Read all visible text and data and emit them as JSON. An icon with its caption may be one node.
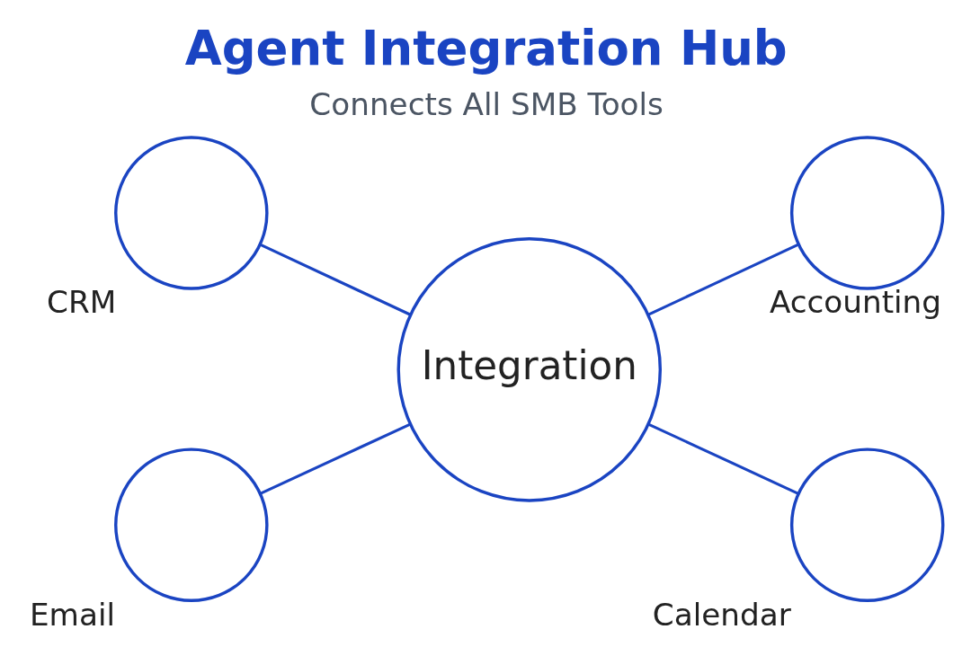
{
  "diagram": {
    "title": "Agent Integration Hub",
    "caption": "Connects All SMB Tools",
    "nodes": [
      {
        "text": [
          "CRM"
        ]
      },
      {
        "text": [
          "Accounting"
        ]
      },
      {
        "text": [
          "Integration"
        ]
      },
      {
        "text": [
          "Email"
        ]
      },
      {
        "text": [
          "Calendar"
        ]
      }
    ],
    "edges": [
      {
        "from": 0,
        "to": 2,
        "arrow": "none"
      },
      {
        "from": 2,
        "to": 1,
        "arrow": "none"
      },
      {
        "from": 3,
        "to": 2,
        "arrow": "none"
      },
      {
        "from": 2,
        "to": 4,
        "arrow": "none"
      }
    ]
  }
}
